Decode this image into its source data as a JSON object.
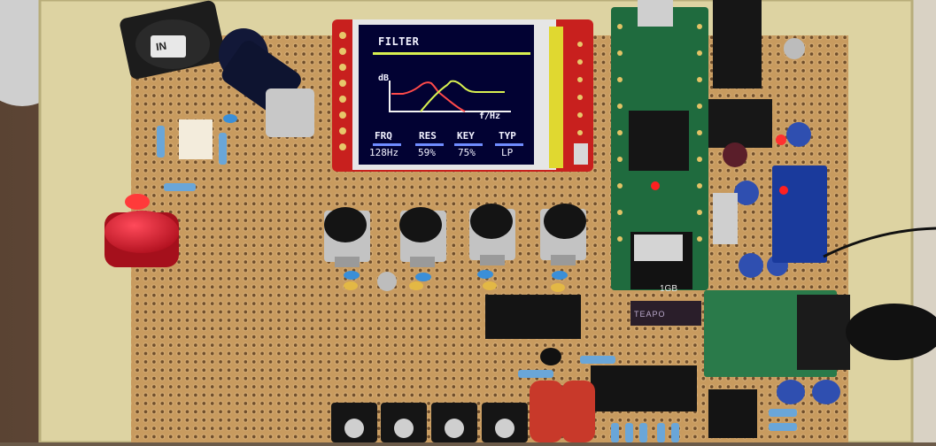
{
  "screen": {
    "title": "FILTER",
    "y_axis_label": "dB",
    "x_axis_label": "f/Hz",
    "params": [
      {
        "label": "FRQ",
        "value": "128Hz"
      },
      {
        "label": "RES",
        "value": "59%"
      },
      {
        "label": "KEY",
        "value": "75%"
      },
      {
        "label": "TYP",
        "value": "LP"
      }
    ]
  },
  "board": {
    "label_on_knob": "IN",
    "sd_card_text": "1GB",
    "module_text": "TEAPO"
  },
  "colors": {
    "lcd_bg": "#020233",
    "curve_red": "#ff4a4a",
    "curve_yellow": "#d8f050",
    "axis_white": "#f4f4f4",
    "perfboard": "#c49a5e",
    "red_pcb": "#c8201e",
    "green_pcb": "#1f6b3e",
    "blue_module": "#1a3a9c"
  }
}
